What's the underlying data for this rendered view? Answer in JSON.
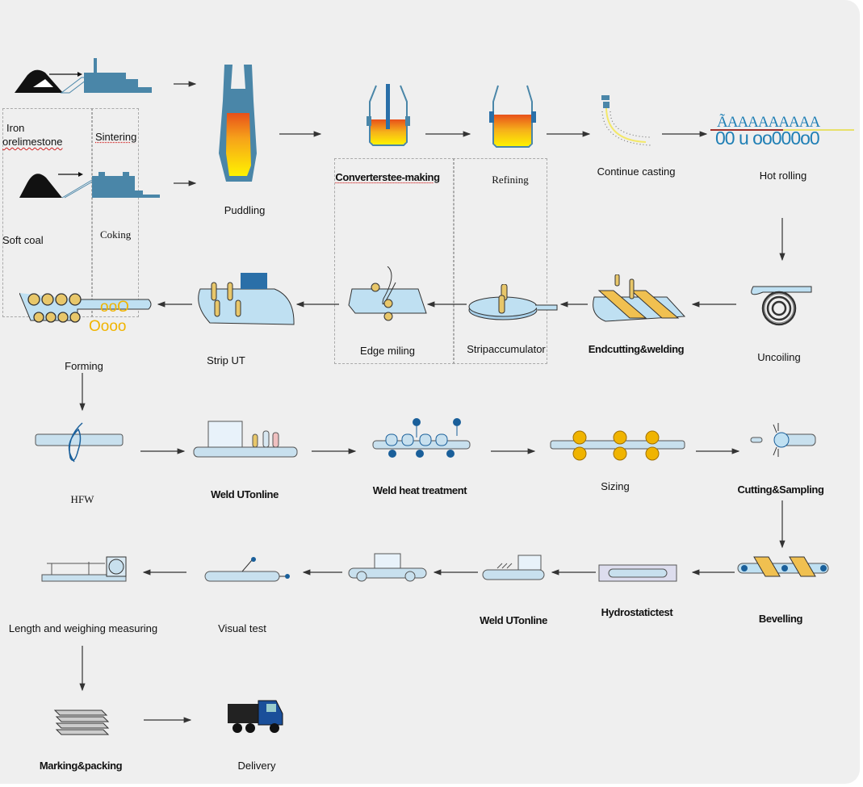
{
  "steps": {
    "iron_ore_limestone": {
      "line1": "Iron",
      "line2": "orelimestone"
    },
    "sintering": "Sintering",
    "soft_coal": "Soft coal",
    "coking": "Coking",
    "puddling": "Puddling",
    "converter": "Converterstee-making",
    "refining": "Refining",
    "continue_casting": "Continue casting",
    "hot_rolling": "Hot rolling",
    "forming": "Forming",
    "strip_ut": "Strip UT",
    "edge_milling": "Edge miling",
    "strip_accumulator": "Stripaccumulator",
    "end_cutting": "Endcutting&welding",
    "uncoiling": "Uncoiling",
    "hfw": "HFW",
    "weld_ut_online_1": "Weld UTonline",
    "weld_heat_treatment": "Weld heat treatment",
    "sizing": "Sizing",
    "cutting_sampling": "Cutting&Sampling",
    "length_weighing": "Length and weighing measuring",
    "visual_test": "Visual test",
    "weld_ut_online_2": "Weld UTonline",
    "hydrostatic_test": "Hydrostatictest",
    "bevelling": "Bevelling",
    "marking_packing": "Marking&packing",
    "delivery": "Delivery"
  },
  "artifacts": {
    "forming_rolls_1": "ooO",
    "forming_rolls_2": "Oooo",
    "hot_rolling_top": "ÃAAAAAAAAA",
    "hot_rolling_bottom": "00   u oo000o0"
  },
  "colors": {
    "steel_blue": "#4a86a8",
    "molten": "#f6a21a",
    "pipe": "#bfe0f2",
    "roll": "#e8c76a"
  }
}
